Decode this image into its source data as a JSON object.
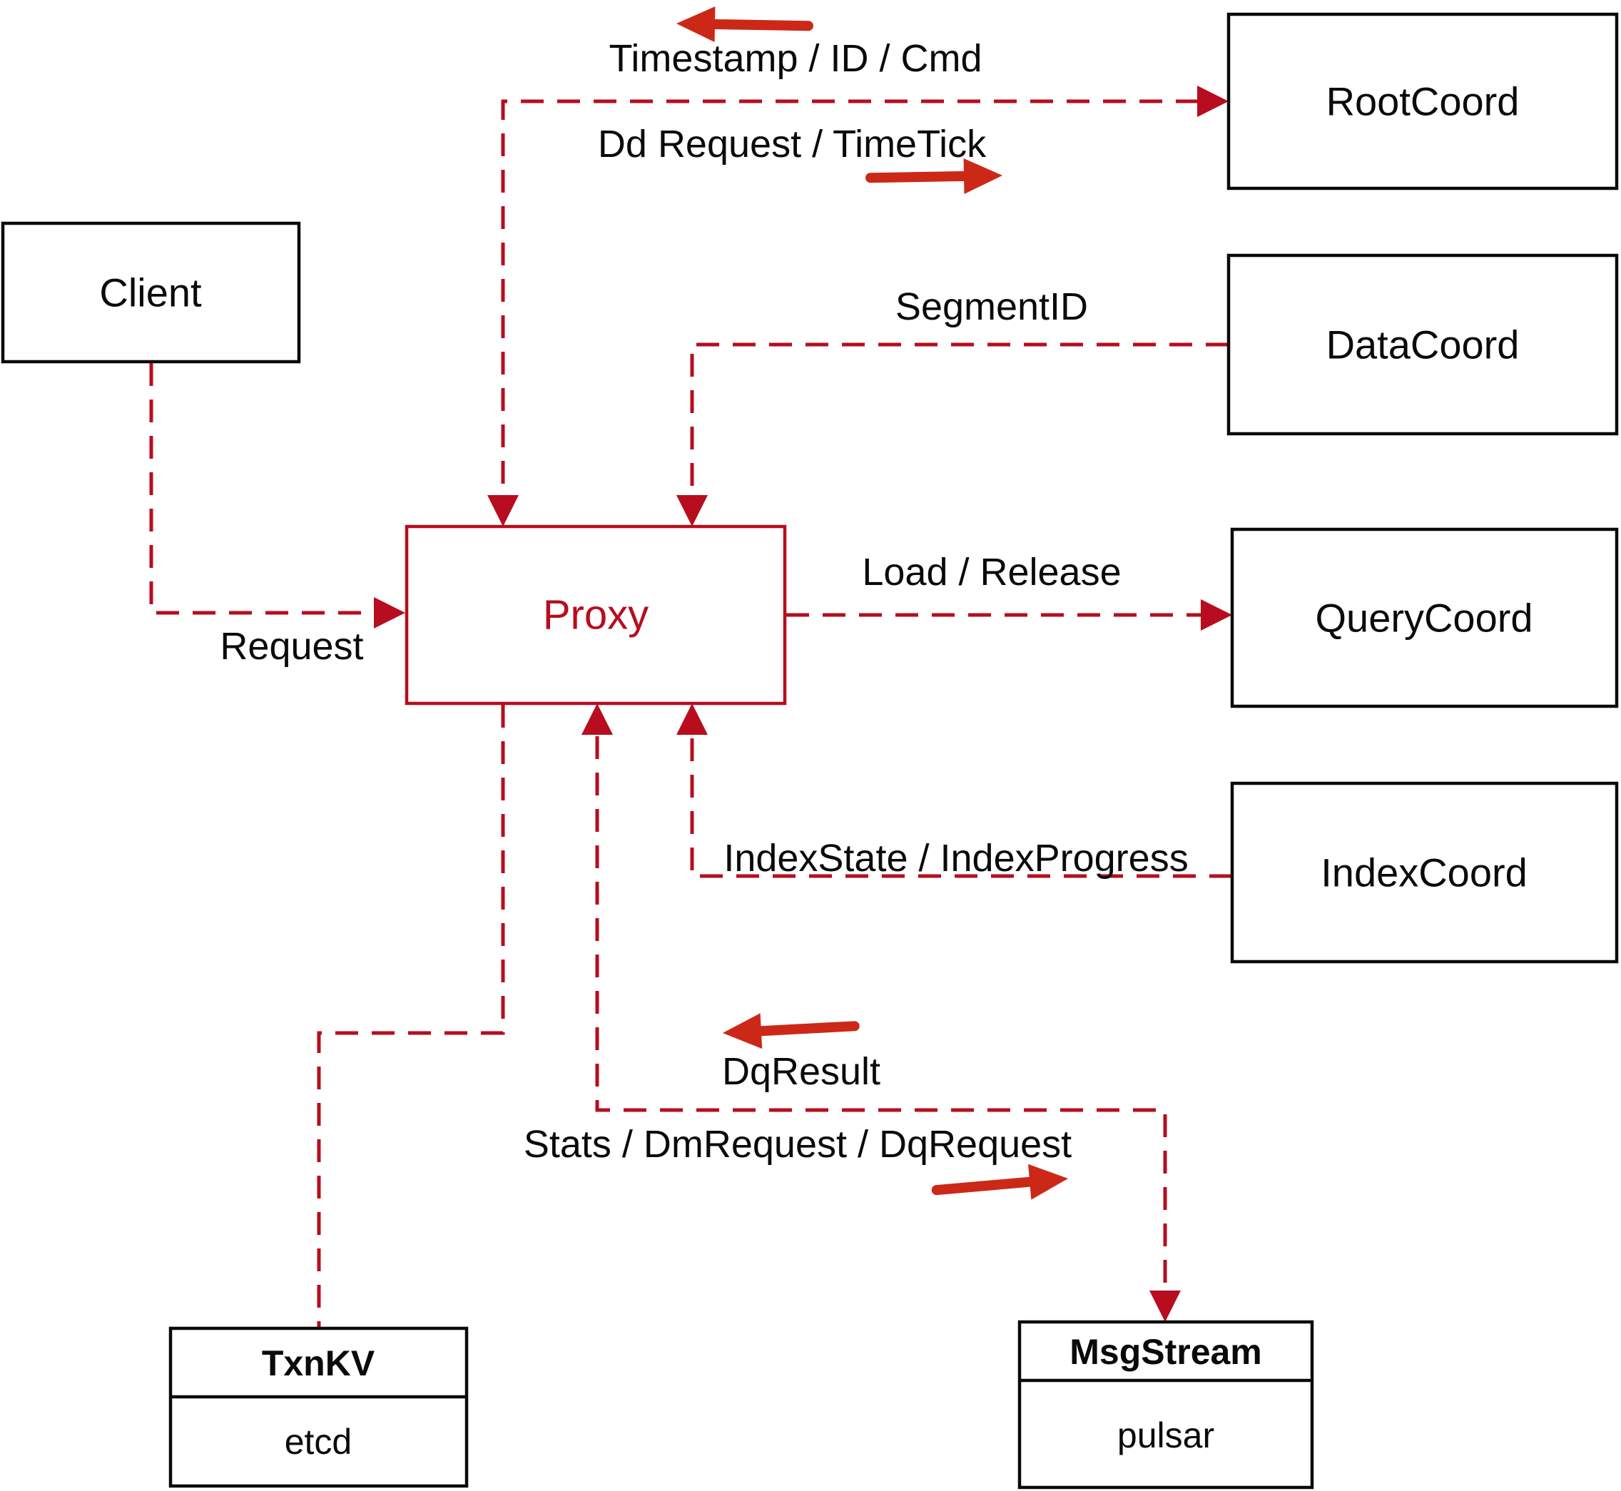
{
  "colors": {
    "connector_red": "#b70d1e",
    "direction_arrow_red": "#cc2817",
    "node_border_black": "#0a0a0a",
    "text_black": "#0a0a0a",
    "background": "#ffffff"
  },
  "nodes": {
    "client": {
      "label": "Client"
    },
    "proxy": {
      "label": "Proxy"
    },
    "root_coord": {
      "label": "RootCoord"
    },
    "data_coord": {
      "label": "DataCoord"
    },
    "query_coord": {
      "label": "QueryCoord"
    },
    "index_coord": {
      "label": "IndexCoord"
    },
    "txn_kv": {
      "title": "TxnKV",
      "impl": "etcd"
    },
    "msg_stream": {
      "title": "MsgStream",
      "impl": "pulsar"
    }
  },
  "edges": [
    {
      "from": "Proxy",
      "to": "RootCoord",
      "style": "dashed",
      "bidirectional": true,
      "label_forward": "Dd Request / TimeTick",
      "label_backward": "Timestamp / ID / Cmd"
    },
    {
      "from": "DataCoord",
      "to": "Proxy",
      "style": "dashed",
      "label": "SegmentID"
    },
    {
      "from": "Client",
      "to": "Proxy",
      "style": "dashed",
      "label": "Request"
    },
    {
      "from": "Proxy",
      "to": "QueryCoord",
      "style": "dashed",
      "label": "Load / Release"
    },
    {
      "from": "IndexCoord",
      "to": "Proxy",
      "style": "dashed",
      "label": "IndexState / IndexProgress"
    },
    {
      "from": "Proxy",
      "to": "TxnKV",
      "style": "dashed",
      "label": ""
    },
    {
      "from": "Proxy",
      "to": "MsgStream",
      "style": "dashed",
      "bidirectional": true,
      "label_forward": "Stats / DmRequest / DqRequest",
      "label_backward": "DqResult"
    }
  ]
}
